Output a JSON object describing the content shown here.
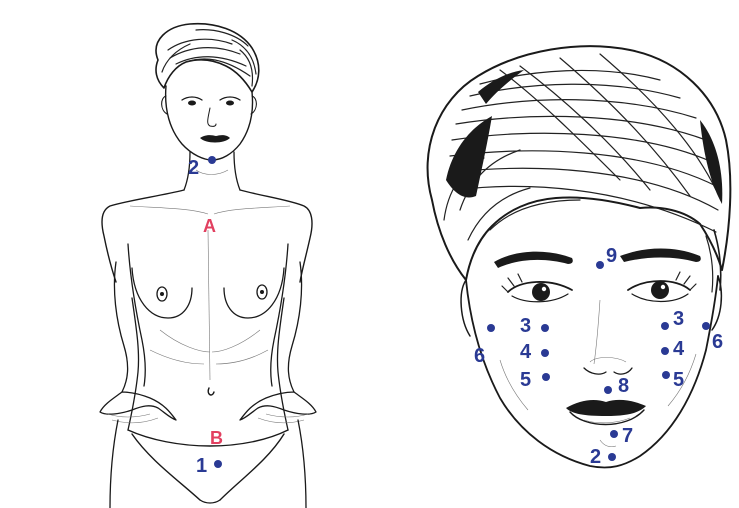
{
  "colors": {
    "marker_blue": "#2a3a94",
    "marker_red": "#e24060",
    "ink": "#1a1a1a"
  },
  "body_figure": {
    "points": [
      {
        "label": "2"
      },
      {
        "label": "1"
      }
    ],
    "reference_letters": [
      {
        "label": "A"
      },
      {
        "label": "B"
      }
    ]
  },
  "face_figure": {
    "points": [
      {
        "label": "9"
      },
      {
        "label": "3"
      },
      {
        "label": "4"
      },
      {
        "label": "5"
      },
      {
        "label": "6"
      },
      {
        "label": "3"
      },
      {
        "label": "4"
      },
      {
        "label": "5"
      },
      {
        "label": "6"
      },
      {
        "label": "8"
      },
      {
        "label": "7"
      },
      {
        "label": "2"
      }
    ]
  }
}
